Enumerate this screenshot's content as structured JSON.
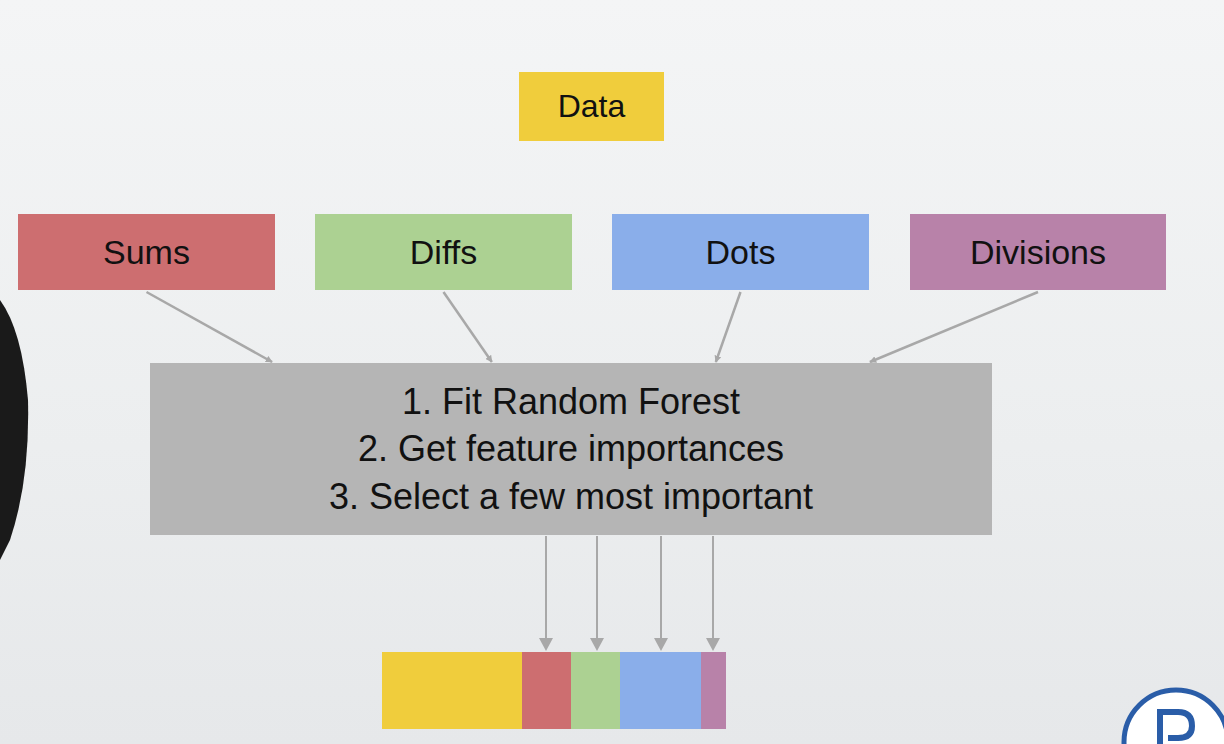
{
  "diagram": {
    "nodes": [
      {
        "text": [
          "Data"
        ]
      },
      {
        "text": [
          "Sums"
        ]
      },
      {
        "text": [
          "Diffs"
        ]
      },
      {
        "text": [
          "Dots"
        ]
      },
      {
        "text": [
          "Divisions"
        ]
      },
      {
        "text": [
          "1. Fit Random Forest",
          "2. Get feature importances",
          "3. Select a few most important"
        ]
      }
    ],
    "edges": [
      {
        "from": 1,
        "to": 5,
        "arrow": "to"
      },
      {
        "from": 2,
        "to": 5,
        "arrow": "to"
      },
      {
        "from": 3,
        "to": 5,
        "arrow": "to"
      },
      {
        "from": 4,
        "to": 5,
        "arrow": "to"
      }
    ]
  }
}
